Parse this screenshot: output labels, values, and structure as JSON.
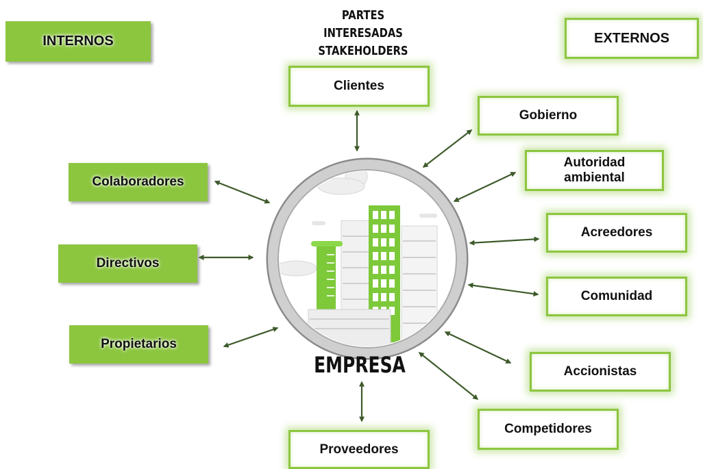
{
  "title_lines": [
    "PARTES INTERESADAS",
    "STAKEHOLDERS"
  ],
  "groups": {
    "internal": "INTERNOS",
    "external": "EXTERNOS"
  },
  "center": {
    "label": "EMPRESA"
  },
  "internal": [
    {
      "label": "Colaboradores"
    },
    {
      "label": "Directivos"
    },
    {
      "label": "Propietarios"
    }
  ],
  "external": [
    {
      "label": "Clientes"
    },
    {
      "label": "Gobierno"
    },
    {
      "label_lines": [
        "Autoridad",
        "ambiental"
      ]
    },
    {
      "label": "Acreedores"
    },
    {
      "label": "Comunidad"
    },
    {
      "label": "Accionistas"
    },
    {
      "label": "Competidores"
    },
    {
      "label": "Proveedores"
    }
  ],
  "colors": {
    "green": "#8cc63f",
    "arrow": "#3d5a2a",
    "ring": "#bdbdbd"
  }
}
